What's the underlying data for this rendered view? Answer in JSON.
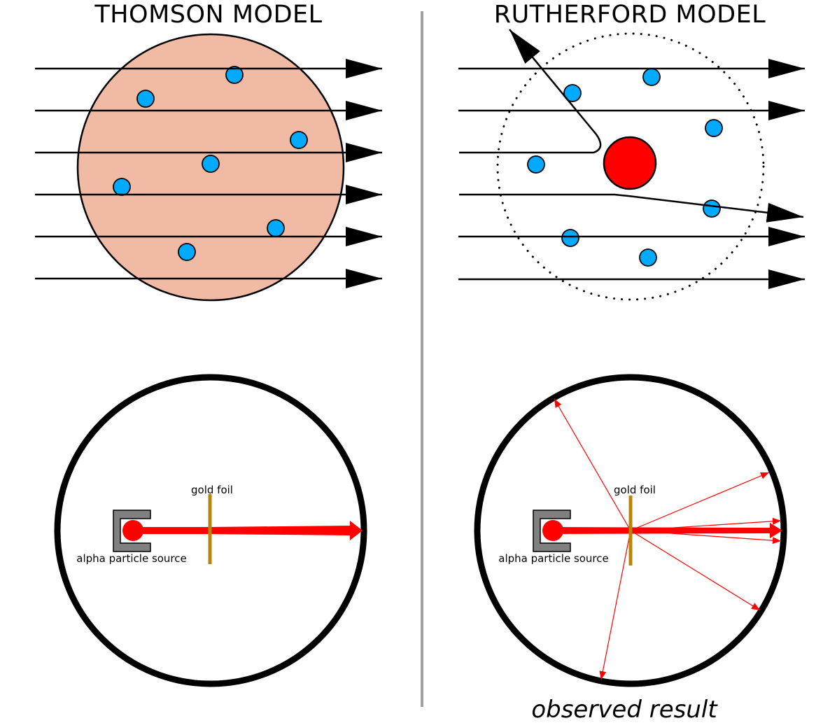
{
  "thomson": {
    "title": "THOMSON MODEL",
    "gold_foil_label": "gold foil",
    "source_label": "alpha particle source"
  },
  "rutherford": {
    "title": "RUTHERFORD MODEL",
    "gold_foil_label": "gold foil",
    "source_label": "alpha particle source",
    "result_label": "observed result"
  },
  "colors": {
    "plum_pudding": "#f1baa5",
    "electron": "#00aaff",
    "nucleus": "#ff0000",
    "alpha_beam": "#ff0000",
    "gold_foil": "#b8860b",
    "source_housing": "#808080",
    "divider": "#a0a0a0",
    "outline": "#000000"
  }
}
